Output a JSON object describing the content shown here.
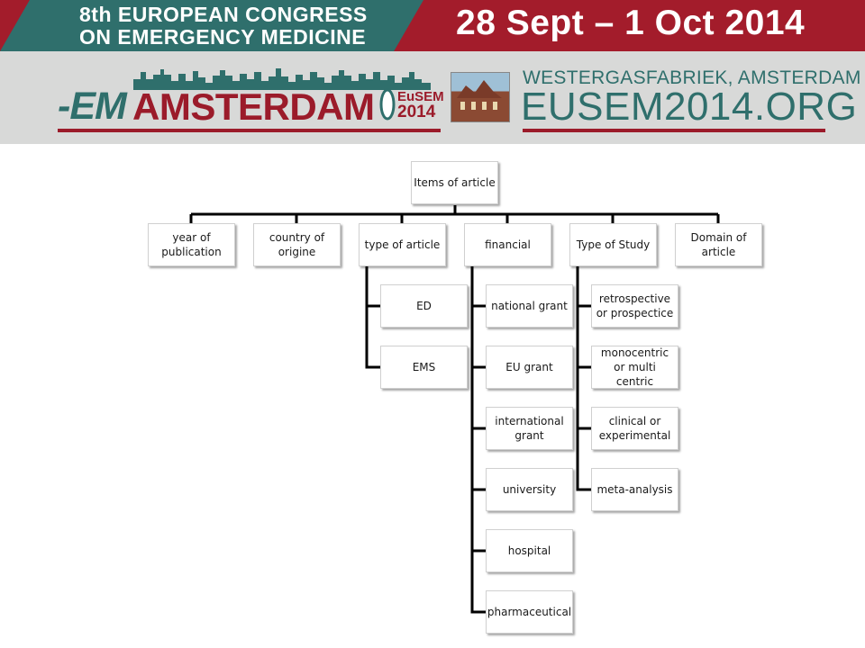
{
  "banner": {
    "congress_line1": "8th EUROPEAN CONGRESS",
    "congress_line2": "ON EMERGENCY MEDICINE",
    "dates": "28 Sept – 1 Oct 2014",
    "em_logo": "-EM",
    "city": "AMSTERDAM",
    "eusem": "EuSEM",
    "year": "2014",
    "venue": "WESTERGASFABRIEK, AMSTERDAM",
    "website": "EUSEM2014.ORG",
    "colors": {
      "teal": "#2f6f6c",
      "red": "#a31c2b",
      "grey": "#d8d9d8"
    }
  },
  "diagram": {
    "root": "Items of article",
    "categories": {
      "year": "year of publication",
      "country": "country of origine",
      "type": "type of article",
      "financial": "financial",
      "study": "Type of Study",
      "domain": "Domain of article"
    },
    "type_children": [
      "ED",
      "EMS"
    ],
    "financial_children": [
      "national grant",
      "EU grant",
      "international grant",
      "university",
      "hospital",
      "pharmaceutical"
    ],
    "study_children": [
      "retrospective or prospectice",
      "monocentric or multi centric",
      "clinical  or experimental",
      "meta-analysis"
    ]
  }
}
